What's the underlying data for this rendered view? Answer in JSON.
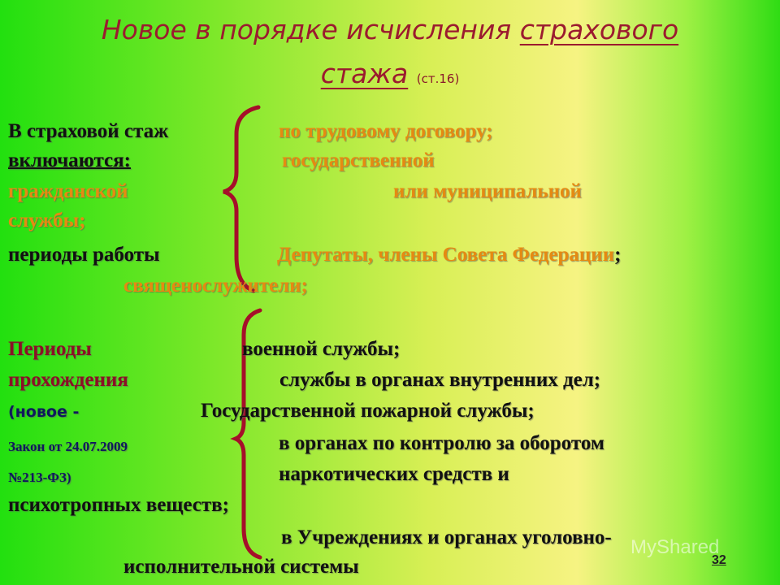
{
  "title": {
    "line1_a": "Новое в порядке исчисления ",
    "line1_b": "страхового",
    "line2": "стажа",
    "ref": "(ст.16)"
  },
  "block1": {
    "l1_left": "В страховой стаж",
    "l1_right": "по трудовому договору;",
    "l2_left": "включаются:",
    "l2_right": "государственной",
    "l3_left": "гражданской",
    "l3_right": "или муниципальной",
    "l4": "службы;",
    "l5_left": "периоды работы",
    "l5_right_a": "Депутаты, члены Совета Федерации",
    "l5_right_b": ";",
    "l6": "священослужители;"
  },
  "block2": {
    "l1_left": "Периоды",
    "l1_right": "военной службы;",
    "l2_left": "прохождения",
    "l2_right": "службы в органах внутренних дел;",
    "l3_left": "(новое -",
    "l3_right": "Государственной пожарной службы;",
    "l4_left": "Закон от 24.07.2009",
    "l4_right": "в органах по контролю за оборотом",
    "l5_left": "№213-ФЗ)",
    "l5_right": "наркотических средств и",
    "l6": "психотропных веществ;",
    "l7": "в Учреждениях и органах уголовно-",
    "l8": "исполнительной системы"
  },
  "footer": {
    "page_number": "32",
    "watermark": "MyShared"
  }
}
